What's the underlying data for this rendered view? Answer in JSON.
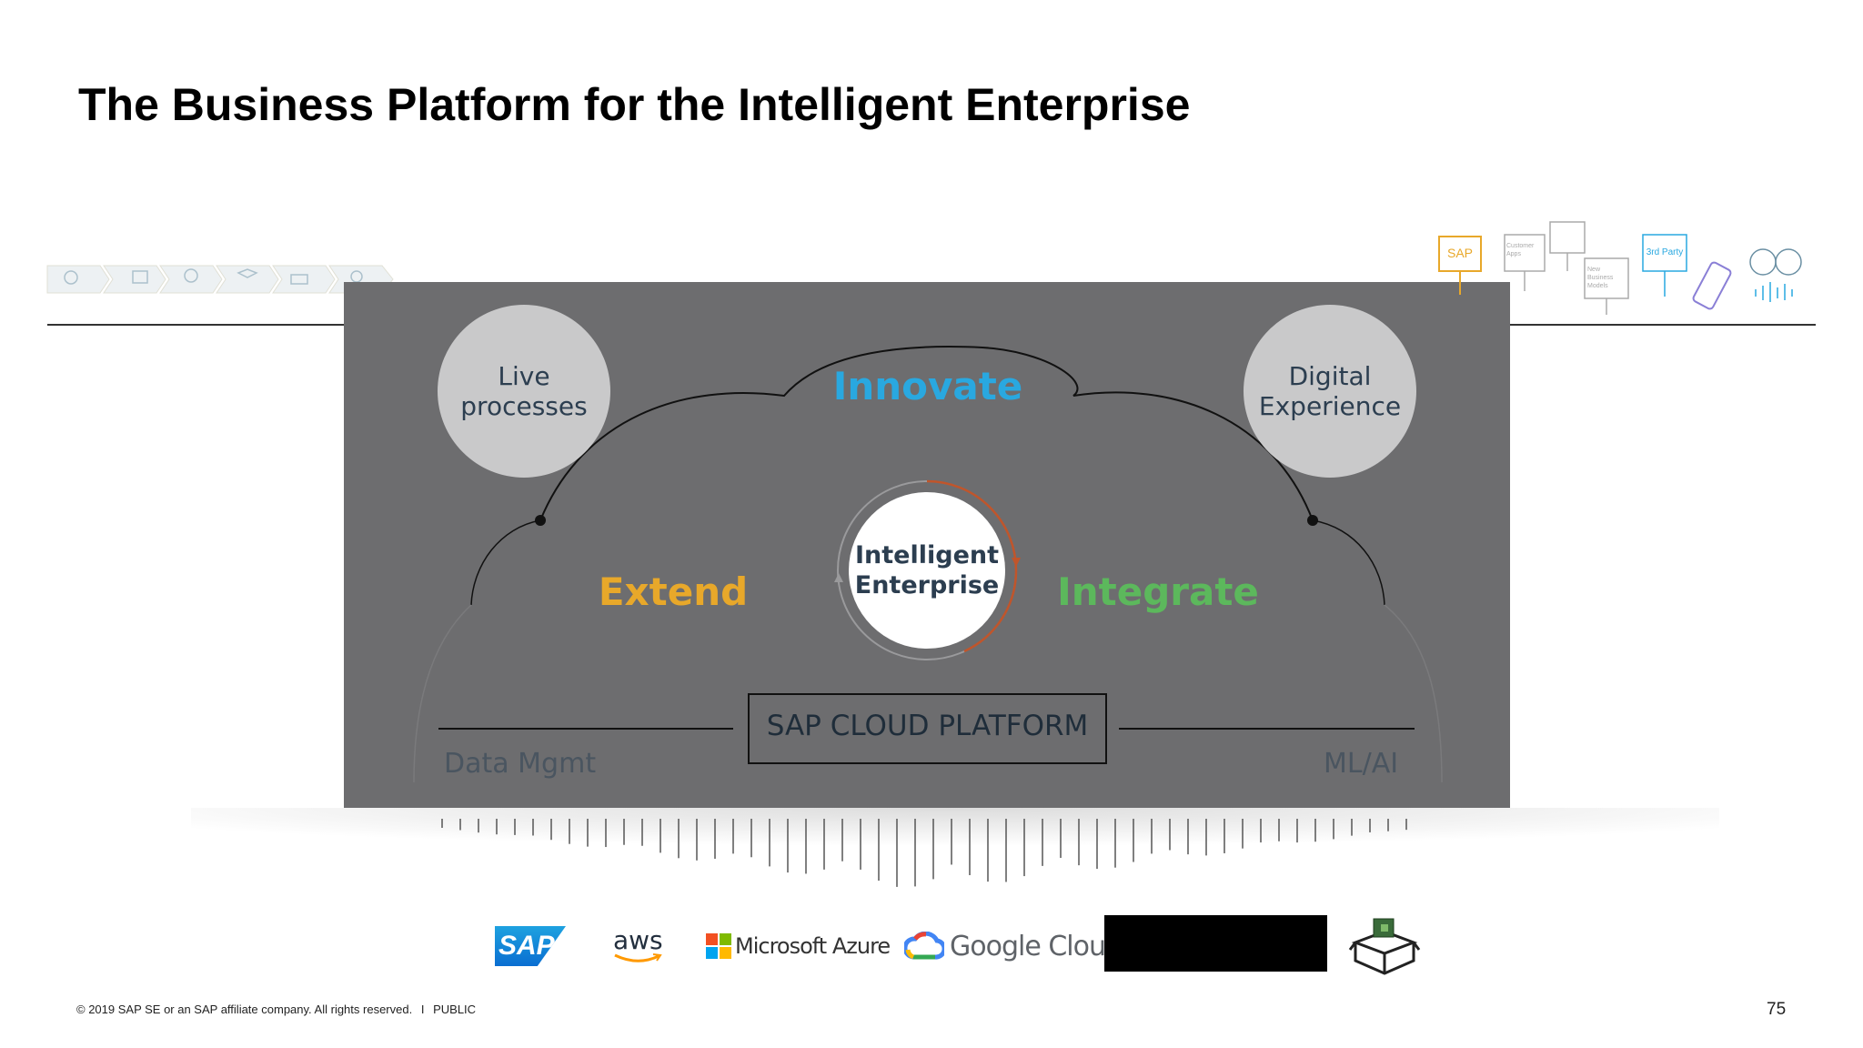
{
  "slide": {
    "title": "The Business Platform for the Intelligent Enterprise",
    "page_number": "75",
    "footer": {
      "copyright": "© 2019 SAP SE or an SAP affiliate company. All rights reserved.",
      "separator": "I",
      "classification": "PUBLIC"
    }
  },
  "diagram": {
    "top_label": "Innovate",
    "left_label": "Extend",
    "right_label": "Integrate",
    "center_line1": "Intelligent",
    "center_line2": "Enterprise",
    "left_bubble_line1": "Live",
    "left_bubble_line2": "processes",
    "right_bubble_line1": "Digital",
    "right_bubble_line2": "Experience",
    "platform_label": "SAP CLOUD PLATFORM",
    "bottom_left_label": "Data Mgmt",
    "bottom_right_label": "ML/AI",
    "colors": {
      "innovate": "#29a8e0",
      "extend": "#e8a82a",
      "integrate": "#5cb85c",
      "panel": "#6d6d6f",
      "bubble": "#c9c9ca"
    }
  },
  "right_icons": {
    "sap": "SAP",
    "customer_apps": "Customer Apps",
    "new_business_models": "New Business Models",
    "third_party": "3rd Party"
  },
  "logos": {
    "sap": "SAP",
    "aws": "aws",
    "azure": "Microsoft Azure",
    "google": "Google Cloud"
  }
}
